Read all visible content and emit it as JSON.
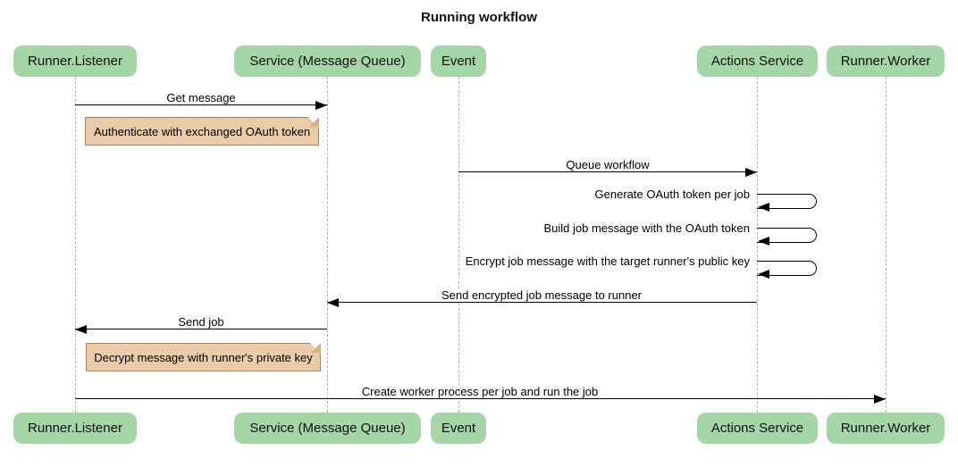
{
  "title": "Running workflow",
  "diagram_type": "sequence",
  "actors": [
    {
      "name": "Runner.Listener"
    },
    {
      "name": "Service (Message Queue)"
    },
    {
      "name": "Event"
    },
    {
      "name": "Actions Service"
    },
    {
      "name": "Runner.Worker"
    }
  ],
  "messages": [
    {
      "kind": "arrow",
      "direction": "right",
      "from": "Runner.Listener",
      "to": "Service (Message Queue)",
      "label": "Get message"
    },
    {
      "kind": "note",
      "over": "Runner.Listener",
      "label": "Authenticate with exchanged OAuth token"
    },
    {
      "kind": "arrow",
      "direction": "right",
      "from": "Event",
      "to": "Actions Service",
      "label": "Queue workflow"
    },
    {
      "kind": "self",
      "actor": "Actions Service",
      "label": "Generate OAuth token per job"
    },
    {
      "kind": "self",
      "actor": "Actions Service",
      "label": "Build job message with the OAuth token"
    },
    {
      "kind": "self",
      "actor": "Actions Service",
      "label": "Encrypt job message with the target runner's public key"
    },
    {
      "kind": "arrow",
      "direction": "left",
      "from": "Actions Service",
      "to": "Service (Message Queue)",
      "label": "Send encrypted job message to runner"
    },
    {
      "kind": "arrow",
      "direction": "left",
      "from": "Service (Message Queue)",
      "to": "Runner.Listener",
      "label": "Send job"
    },
    {
      "kind": "note",
      "over": "Runner.Listener",
      "label": "Decrypt message with runner's private key"
    },
    {
      "kind": "arrow",
      "direction": "right",
      "from": "Runner.Listener",
      "to": "Runner.Worker",
      "label": "Create worker process per job and run the job"
    }
  ],
  "colors": {
    "actor_fill": "#a5d6a7",
    "note_fill": "#eaccaa",
    "note_border": "#aa8552",
    "lifeline": "#b0b0b0",
    "line": "#000000"
  }
}
